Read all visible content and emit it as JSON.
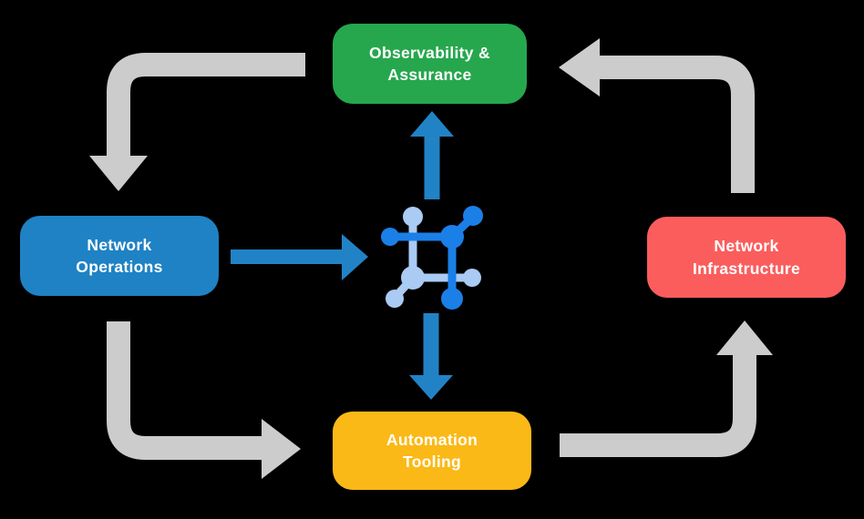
{
  "colors": {
    "background": "#000000",
    "flow_gray": "#CCCCCC",
    "accent_blue": "#2183C6",
    "icon_blue_dark": "#1B7FE8",
    "icon_blue_light": "#A9CBF4",
    "node_text": "#FFFFFF"
  },
  "nodes": {
    "observability": {
      "lines": [
        "Observability &",
        "Assurance"
      ],
      "color": "#26A74D"
    },
    "operations": {
      "lines": [
        "Network",
        "Operations"
      ],
      "color": "#1E82C4"
    },
    "infrastructure": {
      "lines": [
        "Network",
        "Infrastructure"
      ],
      "color": "#FB5D5D"
    },
    "automation": {
      "lines": [
        "Automation",
        "Tooling"
      ],
      "color": "#FBB917"
    }
  },
  "center_icon": {
    "name": "network-mesh-icon"
  },
  "flows": [
    {
      "from": "Observability & Assurance",
      "to": "Network Operations",
      "style": "gray-elbow-arrow"
    },
    {
      "from": "Network Operations",
      "to": "Automation Tooling",
      "style": "gray-elbow-arrow"
    },
    {
      "from": "Automation Tooling",
      "to": "Network Infrastructure",
      "style": "gray-elbow-arrow"
    },
    {
      "from": "Network Infrastructure",
      "to": "Observability & Assurance",
      "style": "gray-elbow-arrow"
    },
    {
      "from": "Network Operations",
      "to": "center-icon",
      "style": "blue-straight-arrow"
    },
    {
      "from": "center-icon",
      "to": "Observability & Assurance",
      "style": "blue-straight-arrow"
    },
    {
      "from": "center-icon",
      "to": "Automation Tooling",
      "style": "blue-straight-arrow"
    }
  ]
}
